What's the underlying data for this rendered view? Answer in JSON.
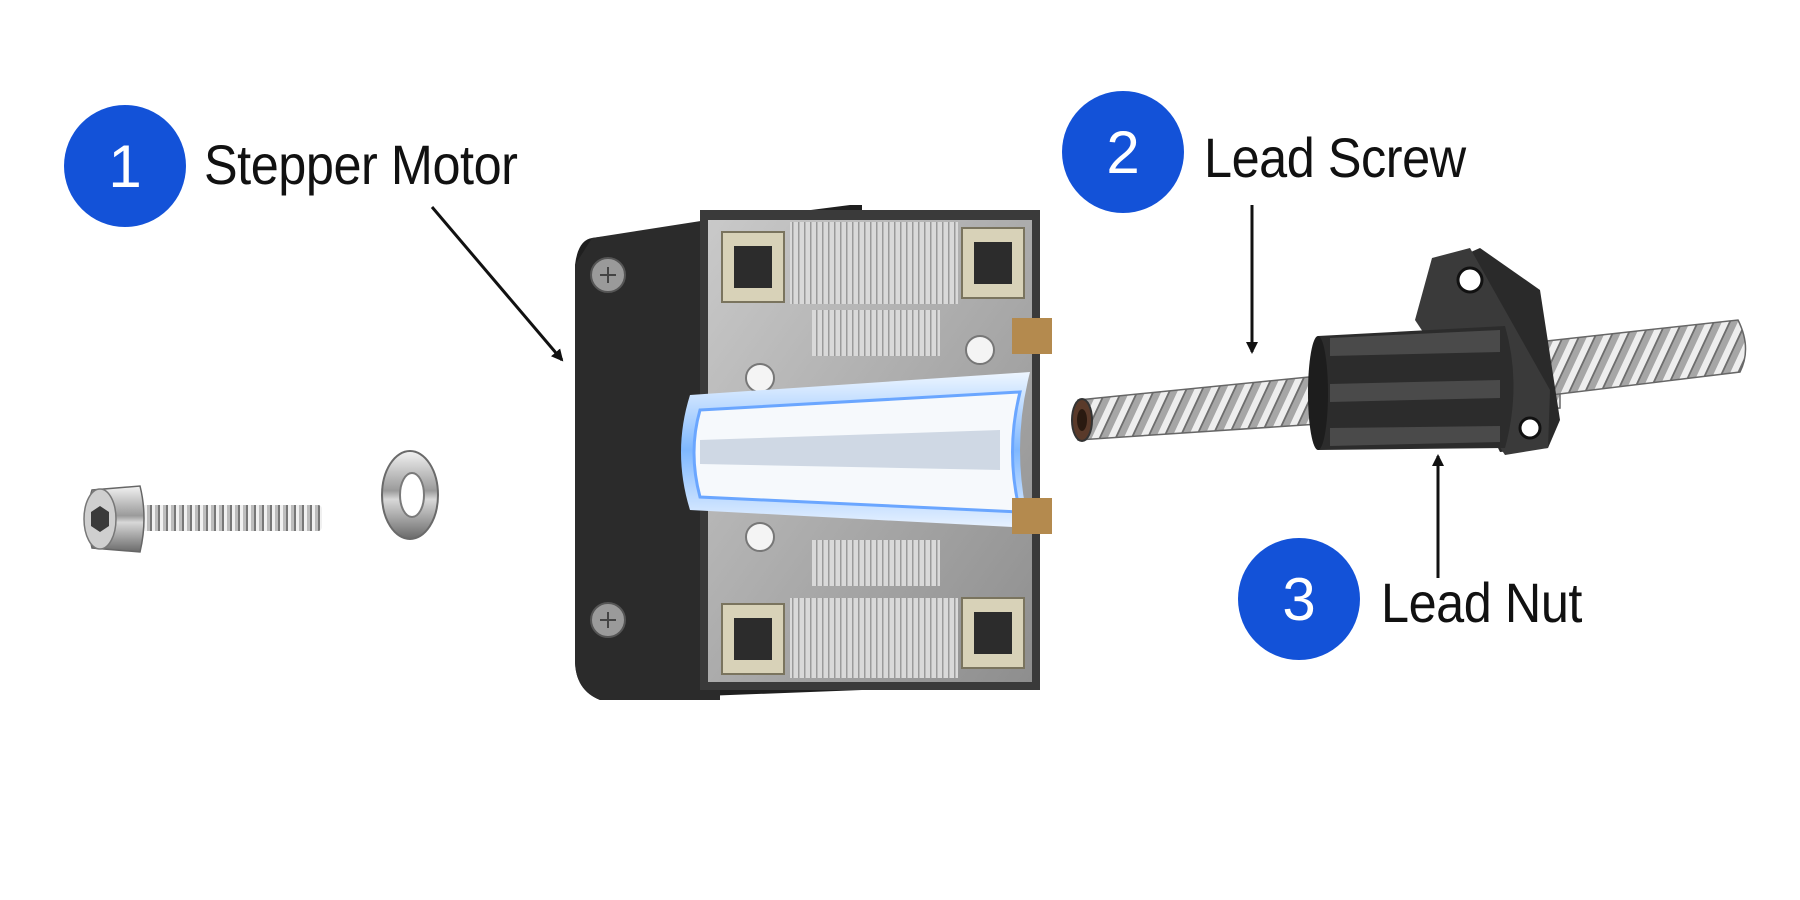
{
  "callouts": [
    {
      "number": "1",
      "label": "Stepper Motor"
    },
    {
      "number": "2",
      "label": "Lead Screw"
    },
    {
      "number": "3",
      "label": "Lead Nut"
    }
  ],
  "colors": {
    "badge": "#1352d8",
    "label": "#111111",
    "arrow": "#111111",
    "background": "#ffffff"
  },
  "components": [
    {
      "name": "stepper-motor",
      "icon": "motor-cutaway-illustration"
    },
    {
      "name": "lead-screw",
      "icon": "threaded-rod-illustration"
    },
    {
      "name": "lead-nut",
      "icon": "flanged-nut-illustration"
    },
    {
      "name": "cap-screw",
      "icon": "socket-head-screw-illustration"
    },
    {
      "name": "washer",
      "icon": "washer-illustration"
    }
  ]
}
